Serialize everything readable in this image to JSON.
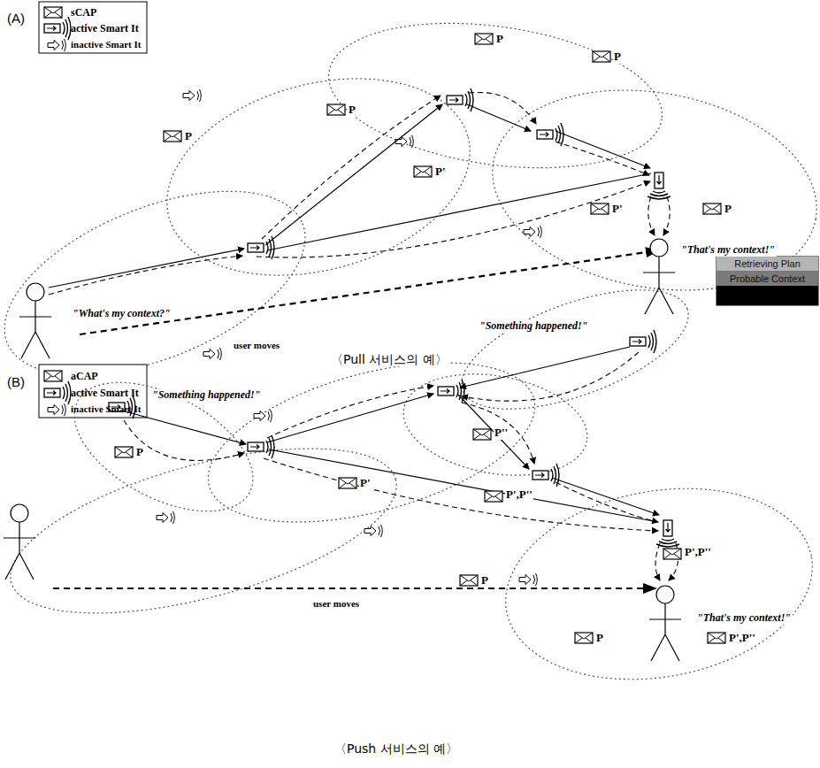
{
  "diagram": {
    "labels": [
      "(A)",
      "P",
      "P",
      "P",
      "P",
      "P'",
      "P'",
      "P",
      "\"What's my context?\"",
      "user moves",
      "\"That's my context!\"",
      "〈Pull 서비스의 예〉",
      "(B)",
      "\"Something happened!\"",
      "\"Something happened!\"",
      "P",
      "P'",
      "P''",
      "P',P''",
      "P',P''",
      "P",
      "P",
      "P',P''",
      "\"That's my context!\"",
      "user moves",
      "〈Push 서비스의 예〉"
    ],
    "legend": [
      {
        "text": "sCAP"
      },
      {
        "text": "active Smart It"
      },
      {
        "text": "inactive Smart It"
      },
      {
        "text": "aCAP"
      },
      {
        "text": "active Smart It"
      },
      {
        "text": "inactive Smart It"
      },
      {
        "text": "Retrieving Plan",
        "color": "#b4b4b4"
      },
      {
        "text": "Probable Context",
        "color": "#7a7a7a"
      }
    ]
  }
}
